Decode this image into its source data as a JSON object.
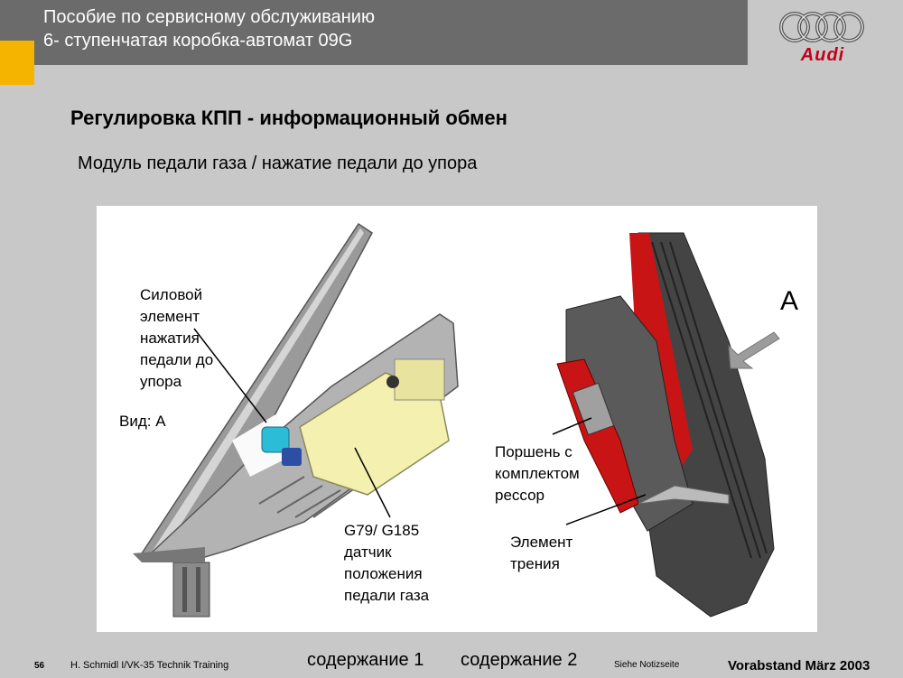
{
  "header": {
    "title_line1": "Пособие по сервисному обслуживанию",
    "title_line2": "6- ступенчатая коробка-автомат 09G",
    "brand": "Audi"
  },
  "slide": {
    "title": "Регулировка КПП - информационный обмен",
    "subtitle": "Модуль педали газа / нажатие педали до упора"
  },
  "figure": {
    "labels": {
      "force_element_l1": "Силовой",
      "force_element_l2": "элемент",
      "force_element_l3": "нажатия",
      "force_element_l4": "педали до",
      "force_element_l5": "упора",
      "view": "Вид: А",
      "sensor_l1": "G79/ G185",
      "sensor_l2": "датчик",
      "sensor_l3": "положения",
      "sensor_l4": "педали газа",
      "piston_l1": "Поршень с",
      "piston_l2": "комплектом",
      "piston_l3": "рессор",
      "friction_l1": "Элемент",
      "friction_l2": "трения",
      "view_marker": "A"
    }
  },
  "footer": {
    "page": "56",
    "author": "H. Schmidl I/VK-35  Technik Training",
    "link1": "содержание 1",
    "link2": "содержание 2",
    "notes": "Siehe Notizseite",
    "status": "Vorabstand   März 2003"
  },
  "colors": {
    "header_bg": "#6b6b6b",
    "accent": "#f5b400",
    "brand_red": "#c4001a",
    "page_bg": "#c8c8c8"
  }
}
